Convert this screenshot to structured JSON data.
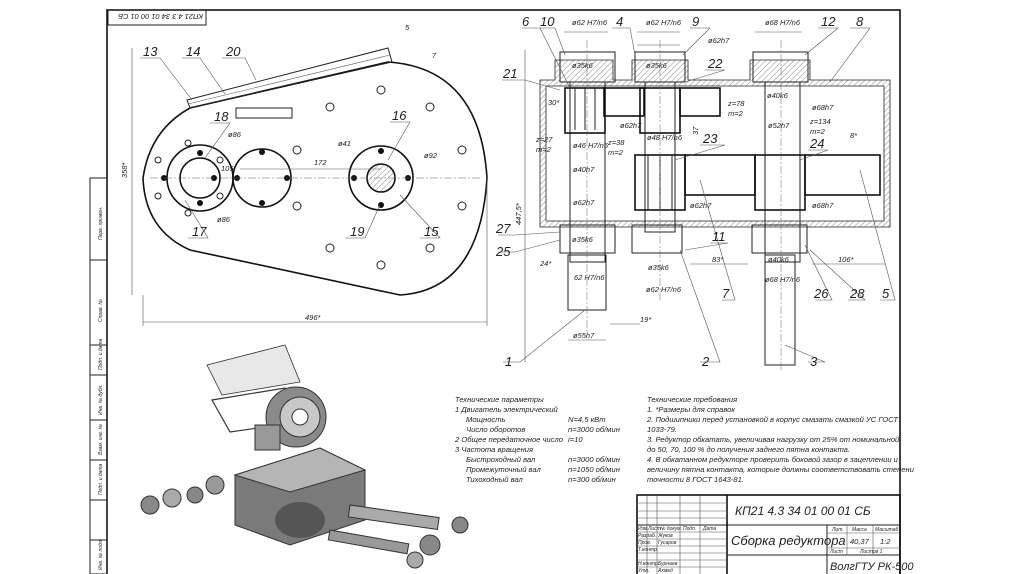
{
  "stamp_code": "КП21 4.3 34 01 00 01 СБ",
  "left_strip": [
    "Перв. примен.",
    "Справ. №",
    "Подп. и дата",
    "Инв. № дубл.",
    "Взам. инв. №",
    "Подп. и дата",
    "Инв. № подл."
  ],
  "plan_view": {
    "positions": [
      "13",
      "14",
      "20",
      "18",
      "16",
      "17",
      "19",
      "15"
    ],
    "dims": {
      "d86_top": "ø86",
      "d86_bottom": "ø86",
      "d105": "105",
      "d172": "172",
      "d41": "ø41",
      "d92": "ø92",
      "height": "358*",
      "width": "496*",
      "d5": "5",
      "d7": "7"
    }
  },
  "section_view": {
    "positions": {
      "p6": "6",
      "p10": "10",
      "p4": "4",
      "p9": "9",
      "p12": "12",
      "p8": "8",
      "p21": "21",
      "p22": "22",
      "p23": "23",
      "p24": "24",
      "p27": "27",
      "p25": "25",
      "p1": "1",
      "p2": "2",
      "p3": "3",
      "p7": "7",
      "p11": "11",
      "p26": "26",
      "p28": "28",
      "p5": "5"
    },
    "dims": {
      "fit62a": "ø62 H7/n6",
      "fit62b": "ø62 H7/n6",
      "fit68": "ø68 H7/n6",
      "h62a": "ø62h7",
      "k35a": "ø35k6",
      "k35b": "ø35k6",
      "k40a": "ø40k6",
      "ang30": "30*",
      "z78": "z=78",
      "m2a": "m=2",
      "h68a": "ø68h7",
      "h62b": "ø62h7",
      "h52": "ø52h7",
      "z134": "z=134",
      "m2b": "m=2",
      "d8": "8*",
      "z27": "z=27",
      "m2c": "m=2",
      "d46": "ø46 H7/n6",
      "z38": "z=38",
      "m2d": "m=2",
      "d48": "ø48 H7/n6",
      "d37": "37",
      "h40": "ø40h7",
      "h62c": "ø62h7",
      "h62d": "ø62h7",
      "h68b": "ø68h7",
      "h4475": "447,5*",
      "k35c": "ø35k6",
      "k35d": "ø35k6",
      "k40b": "ø40k6",
      "d24": "24*",
      "d83": "83*",
      "d106": "106*",
      "fit62c": "62 H7/n6",
      "fit62d": "ø62 H7/n6",
      "fit68b": "ø68 H7/n6",
      "d19": "19*",
      "h55": "ø55h7"
    }
  },
  "tech_params": {
    "title": "Технические параметры",
    "lines": [
      {
        "label": "1 Двигатель электрический",
        "value": ""
      },
      {
        "label": "Мощность",
        "value": "N=4,5 кВт"
      },
      {
        "label": "Число оборотов",
        "value": "n=3000 об/мин"
      },
      {
        "label": "2 Общее передаточное число",
        "value": "i=10"
      },
      {
        "label": "3 Частота вращения",
        "value": ""
      },
      {
        "label": "Быстроходный вал",
        "value": "n=3000 об/мин"
      },
      {
        "label": "Промежуточный вал",
        "value": "n=1050 об/мин"
      },
      {
        "label": "Тихоходный вал",
        "value": "n=300 об/мин"
      }
    ]
  },
  "tech_requirements": {
    "title": "Технические требования",
    "lines": [
      "1. *Размеры для справок",
      "2. Подшипники перед установкой в корпус смазать смазкой УС ГОСТ",
      "1033-79.",
      "3. Редуктор обкатать, увеличивая нагрузку от 25% от номинальной",
      "до 50, 70, 100 % до получения заднего пятна контакта.",
      "4. В обкатанном редукторе проверить боковой зазор в зацеплении и",
      "величину пятна контакта, которые должны соответствовать степени",
      "точности 8 ГОСТ 1643-81."
    ]
  },
  "title_block": {
    "designation": "КП21 4.3 34 01 00 01 СБ",
    "name": "Сборка редуктора",
    "col_headers": [
      "Изм.",
      "Лист",
      "№ докум.",
      "Подп.",
      "Дата"
    ],
    "roles": [
      "Разраб.",
      "Пров.",
      "Т.контр.",
      "",
      "Н.контр.",
      "Утв."
    ],
    "people": [
      "Жуков",
      "Гусаров",
      "",
      "",
      "Бурнаев",
      "Ахмед"
    ],
    "lit": "Лит.",
    "mass_label": "Масса",
    "scale_label": "Масштаб",
    "mass": "40,37",
    "scale": "1:2",
    "sheet": "Лист",
    "sheets": "Листов 1",
    "org": "ВолгГТУ РК-500"
  }
}
